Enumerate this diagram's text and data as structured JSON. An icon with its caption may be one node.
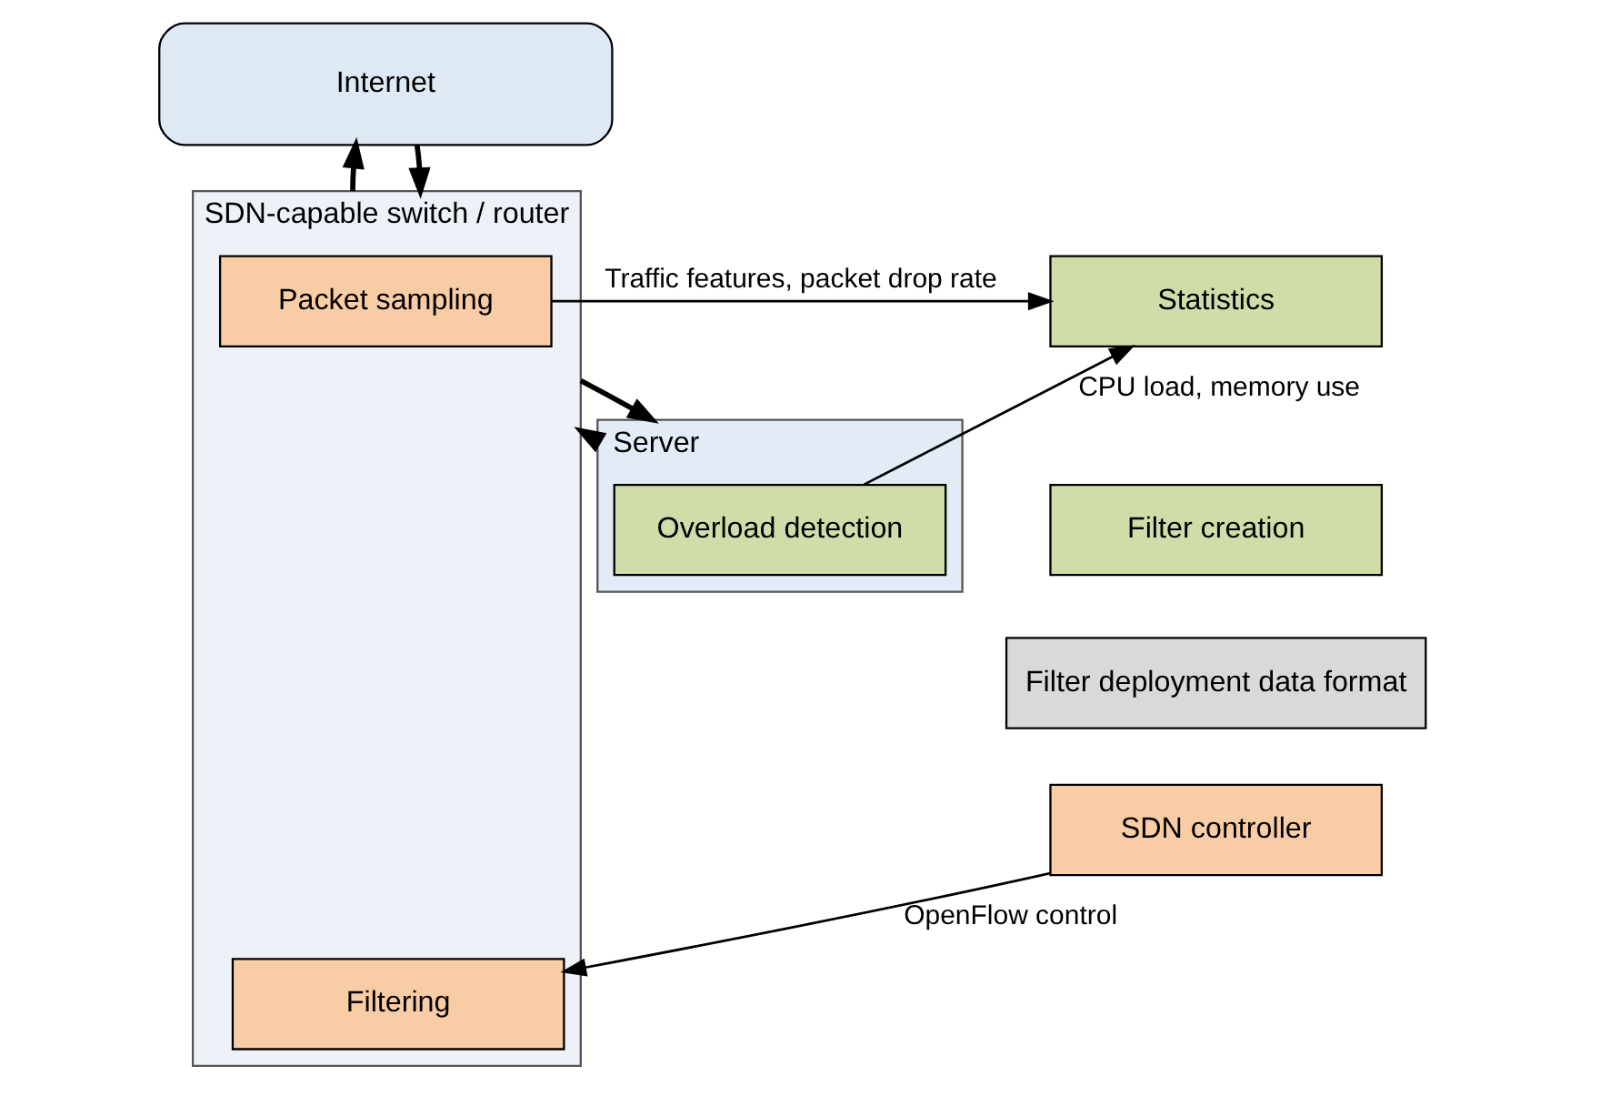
{
  "diagram": {
    "nodes": [
      {
        "text": [
          "Internet"
        ]
      },
      {
        "text": [
          "SDN-capable switch / router"
        ]
      },
      {
        "text": [
          "Packet sampling"
        ],
        "in": 1
      },
      {
        "text": [
          "Filtering"
        ],
        "in": 1
      },
      {
        "text": [
          "Server"
        ]
      },
      {
        "text": [
          "Overload detection"
        ],
        "in": 4
      },
      {
        "text": [
          "Statistics"
        ]
      },
      {
        "text": [
          "Filter creation"
        ]
      },
      {
        "text": [
          "Filter deployment data format"
        ]
      },
      {
        "text": [
          "SDN controller"
        ]
      }
    ],
    "edges": [
      {
        "from": 1,
        "to": 0,
        "arrow": "to"
      },
      {
        "from": 0,
        "to": 1,
        "arrow": "to"
      },
      {
        "from": 2,
        "to": 6,
        "arrow": "to",
        "label": "Traffic features, packet drop rate"
      },
      {
        "from": 9,
        "to": 3,
        "arrow": "to",
        "label": "OpenFlow control"
      },
      {
        "from": 4,
        "to": 1,
        "arrow": "to"
      },
      {
        "from": 1,
        "to": 4,
        "arrow": "to"
      },
      {
        "from": 5,
        "to": 6,
        "arrow": "to",
        "label": "CPU load, memory use"
      }
    ]
  }
}
